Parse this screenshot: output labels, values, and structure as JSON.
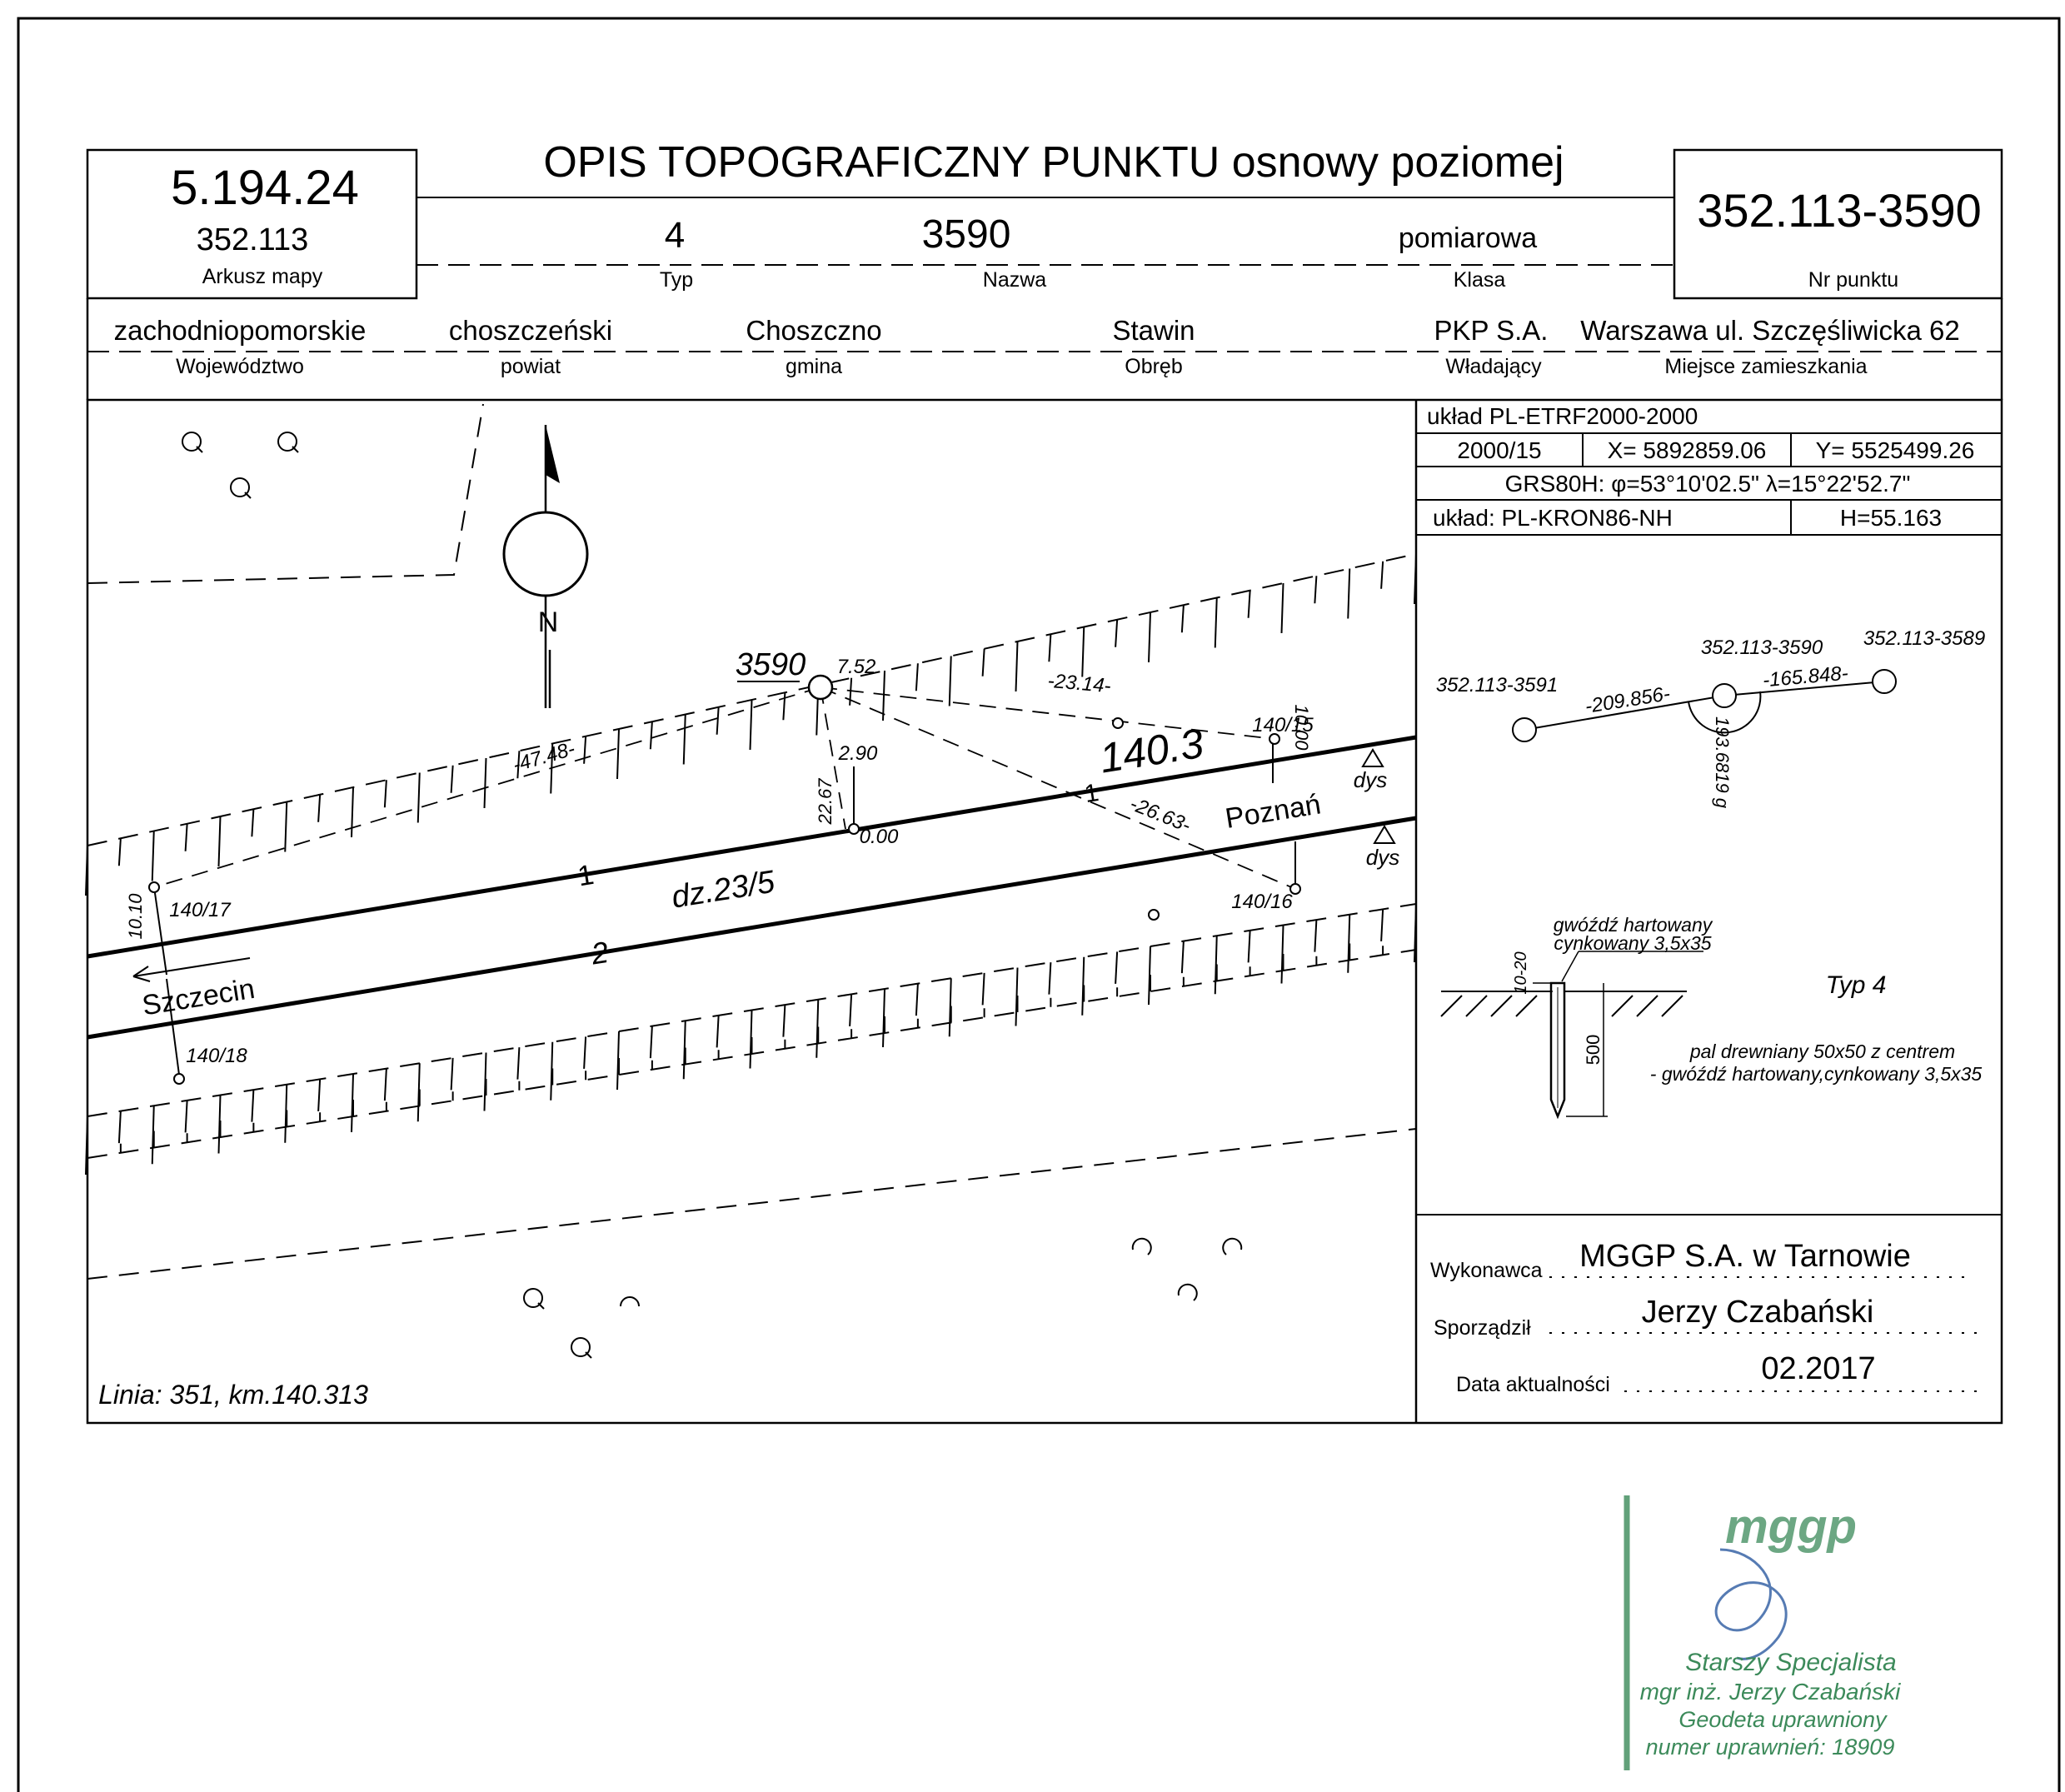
{
  "header": {
    "title": "OPIS TOPOGRAFICZNY PUNKTU osnowy poziomej",
    "sheet_code": "5.194.24",
    "map_sheet_number": "352.113",
    "map_sheet_label": "Arkusz mapy",
    "point_number": "352.113-3590",
    "point_number_label": "Nr punktu",
    "type_value": "4",
    "type_label": "Typ",
    "name_value": "3590",
    "name_label": "Nazwa",
    "class_value": "pomiarowa",
    "class_label": "Klasa"
  },
  "admin": {
    "voivodeship": "zachodniopomorskie",
    "voivodeship_label": "Województwo",
    "county": "choszczeński",
    "county_label": "powiat",
    "commune": "Choszczno",
    "commune_label": "gmina",
    "precinct": "Stawin",
    "precinct_label": "Obręb",
    "owner": "PKP S.A.",
    "owner_label": "Władający",
    "address": "Warszawa ul. Szczęśliwicka 62",
    "address_label": "Miejsce zamieszkania"
  },
  "coords": {
    "system": "układ PL-ETRF2000-2000",
    "zone": "2000/15",
    "x": "X= 5892859.06",
    "y": "Y= 5525499.26",
    "grs": "GRS80H: φ=53°10'02.5\" λ=15°22'52.7\"",
    "height_system": "układ: PL-KRON86-NH",
    "height": "H=55.163"
  },
  "sketch": {
    "north": "N",
    "point_label": "3590",
    "dist_752": "7.52",
    "dist_2314": "-23.14-",
    "dist_4748": "-47.48-",
    "dist_290": "2.90",
    "dist_2267": "22.67",
    "dist_000": "0.00",
    "dist_2663": "-26.63-",
    "km_label": "140.3",
    "km_14015": "140/15",
    "km_14016": "140/16",
    "km_14017": "140/17",
    "km_14018": "140/18",
    "dist_1000": "10.00",
    "dist_1010": "10.10",
    "dys1": "dys",
    "dys2": "dys",
    "city_east": "Poznań",
    "city_west": "Szczecin",
    "track1": "1",
    "track1b": "1",
    "track2": "2",
    "parcel": "dz.23/5",
    "line_info": "Linia: 351, km.140.313"
  },
  "network": {
    "p_west": "352.113-3591",
    "p_center": "352.113-3590",
    "p_east": "352.113-3589",
    "d_west": "-209.856-",
    "d_east": "-165.848-",
    "angle": "193.6819 g"
  },
  "type_detail": {
    "nail_line1": "gwóźdź hartowany",
    "nail_line2": "cynkowany 3,5x35",
    "depth_top": "10-20",
    "depth": "500",
    "type_label": "Typ 4",
    "desc_line1": "pal drewniany 50x50 z centrem",
    "desc_line2": "- gwóźdź hartowany,cynkowany 3,5x35"
  },
  "footer": {
    "contractor_label": "Wykonawca",
    "contractor": "MGGP S.A.  w Tarnowie",
    "author_label": "Sporządził",
    "author": "Jerzy Czabański",
    "date_label": "Data aktualności",
    "date": "02.2017"
  },
  "stamp": {
    "logo_text": "mggp",
    "line1": "Starszy Specjalista",
    "line2": "mgr inż. Jerzy Czabański",
    "line3": "Geodeta uprawniony",
    "line4": "numer uprawnień: 18909",
    "color": "#3c8a5a"
  }
}
